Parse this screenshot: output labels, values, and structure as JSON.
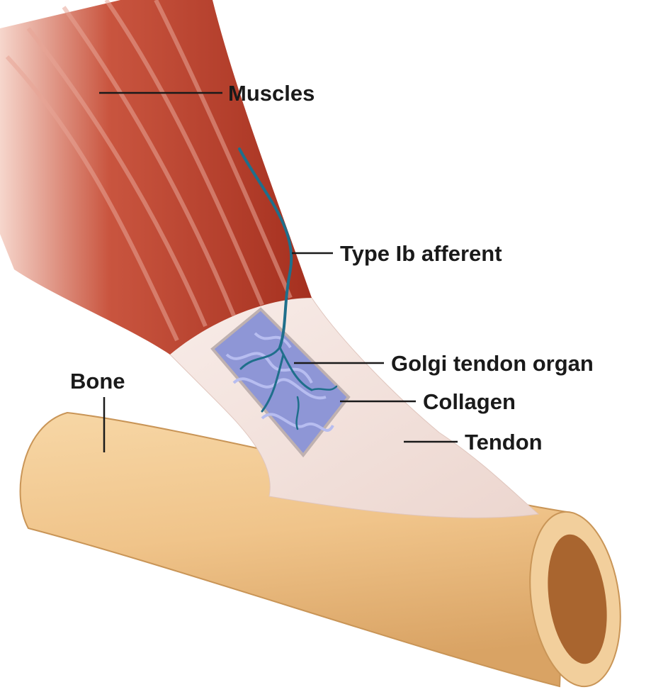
{
  "labels": {
    "muscles": "Muscles",
    "afferent": "Type Ib afferent",
    "golgi": "Golgi tendon organ",
    "collagen": "Collagen",
    "tendon": "Tendon",
    "bone": "Bone"
  },
  "colors": {
    "muscle": "#b8412e",
    "tendon": "#f3e2dc",
    "bone": "#f0c48a",
    "nerve": "#1f6f8b",
    "collagen": "#8e96d6"
  }
}
